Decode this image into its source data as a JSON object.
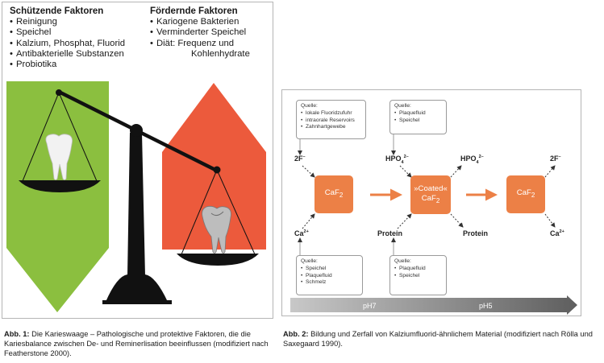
{
  "figure1": {
    "protective": {
      "heading": "Schützende Faktoren",
      "items": [
        "Reinigung",
        "Speichel",
        "Kalzium, Phosphat, Fluorid",
        "Antibakterielle Substanzen",
        "Probiotika"
      ]
    },
    "promoting": {
      "heading": "Fördernde Faktoren",
      "items": [
        "Kariogene Bakterien",
        "Verminderter Speichel",
        "Diät: Frequenz und"
      ],
      "item_continuation": "Kohlenhydrate"
    },
    "colors": {
      "green": "#8bbf3f",
      "red": "#ec5a3c",
      "scale": "#111111"
    },
    "icons": [
      "tooth-icon",
      "damaged-tooth-icon",
      "balance-scale"
    ]
  },
  "figure2": {
    "sources": [
      {
        "label": "Quelle:",
        "items": [
          "lokale Fluoridzufuhr",
          "intraorale Reservoirs",
          "Zahnhartgewebe"
        ]
      },
      {
        "label": "Quelle:",
        "items": [
          "Plaquefluid",
          "Speichel"
        ]
      },
      {
        "label": "Quelle:",
        "items": [
          "Speichel",
          "Plaquefluid",
          "Schmelz"
        ]
      },
      {
        "label": "Quelle:",
        "items": [
          "Plaquefluid",
          "Speichel"
        ]
      }
    ],
    "boxes": [
      {
        "line1": "",
        "text": "CaF",
        "sub": "2"
      },
      {
        "line1": "»Coated«",
        "text": "CaF",
        "sub": "2"
      },
      {
        "line1": "",
        "text": "CaF",
        "sub": "2"
      }
    ],
    "species": {
      "fluoride_left": {
        "text": "2F",
        "sup": "–"
      },
      "calcium_left": {
        "text": "Ca",
        "sup": "2+"
      },
      "hpo_in": {
        "text": "HPO",
        "sub": "4",
        "sup": "2–"
      },
      "hpo_out": {
        "text": "HPO",
        "sub": "4",
        "sup": "2–"
      },
      "protein_in": "Protein",
      "protein_out": "Protein",
      "fluoride_right": {
        "text": "2F",
        "sup": "–"
      },
      "calcium_right": {
        "text": "Ca",
        "sup": "2+"
      }
    },
    "ph_labels": [
      "pH7",
      "pH5"
    ],
    "colors": {
      "box": "#ec8046",
      "arrow": "#ec8046",
      "ph_bar": "#7d7d7d"
    }
  },
  "captions": {
    "fig1": {
      "label": "Abb. 1:",
      "text": "Die Karieswaage – Pathologische und protektive Faktoren, die die Kariesbalance zwischen De- und Reminerlisation beeinflussen (modifiziert nach Featherstone 2000)."
    },
    "fig2": {
      "label": "Abb. 2:",
      "text": "Bildung und Zerfall von Kalziumfluorid-ähnlichem Material (modifiziert nach Rölla und Saxegaard 1990)."
    }
  }
}
